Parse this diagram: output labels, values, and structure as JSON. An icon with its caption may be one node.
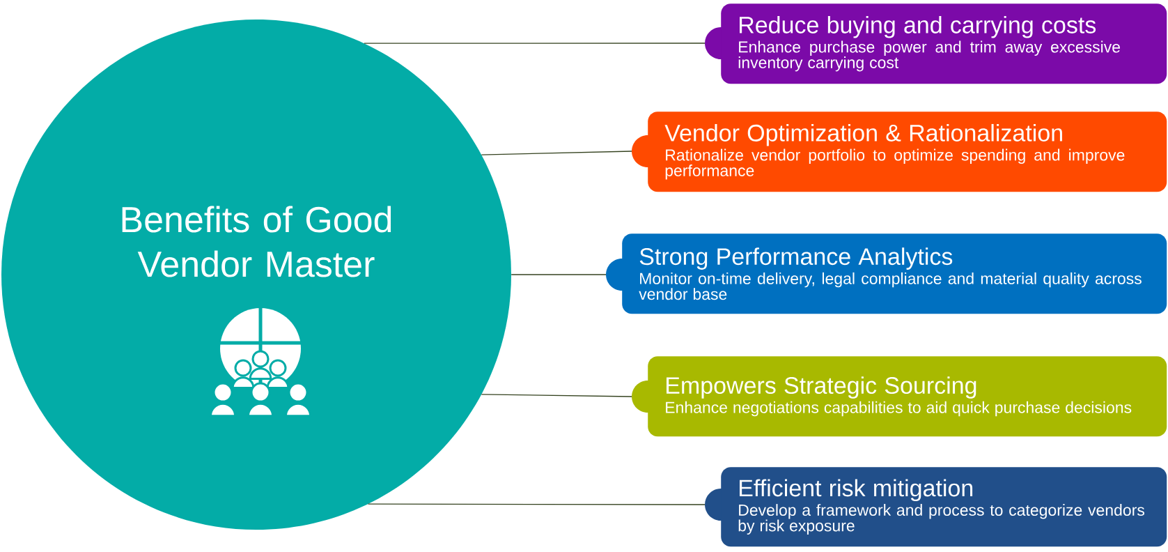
{
  "diagram": {
    "nodes": [
      {
        "text": [
          "Benefits of Good Vendor Master"
        ]
      },
      {
        "text": [
          "Reduce buying and carrying costs",
          "Enhance purchase power and trim away excessive inventory carrying cost"
        ]
      },
      {
        "text": [
          "Vendor Optimization & Rationalization",
          "Rationalize vendor portfolio to optimize spending and improve performance"
        ]
      },
      {
        "text": [
          "Strong Performance Analytics",
          "Monitor on-time delivery, legal compliance and material quality across vendor base"
        ]
      },
      {
        "text": [
          "Empowers Strategic Sourcing",
          "Enhance negotiations capabilities to aid quick purchase decisions"
        ]
      },
      {
        "text": [
          "Efficient risk mitigation",
          "Develop a framework and process to categorize vendors by risk exposure"
        ]
      }
    ],
    "edges": [
      {
        "from": 0,
        "to": 1,
        "arrow": "none"
      },
      {
        "from": 0,
        "to": 2,
        "arrow": "none"
      },
      {
        "from": 0,
        "to": 3,
        "arrow": "none"
      },
      {
        "from": 0,
        "to": 4,
        "arrow": "none"
      },
      {
        "from": 0,
        "to": 5,
        "arrow": "none"
      }
    ]
  }
}
